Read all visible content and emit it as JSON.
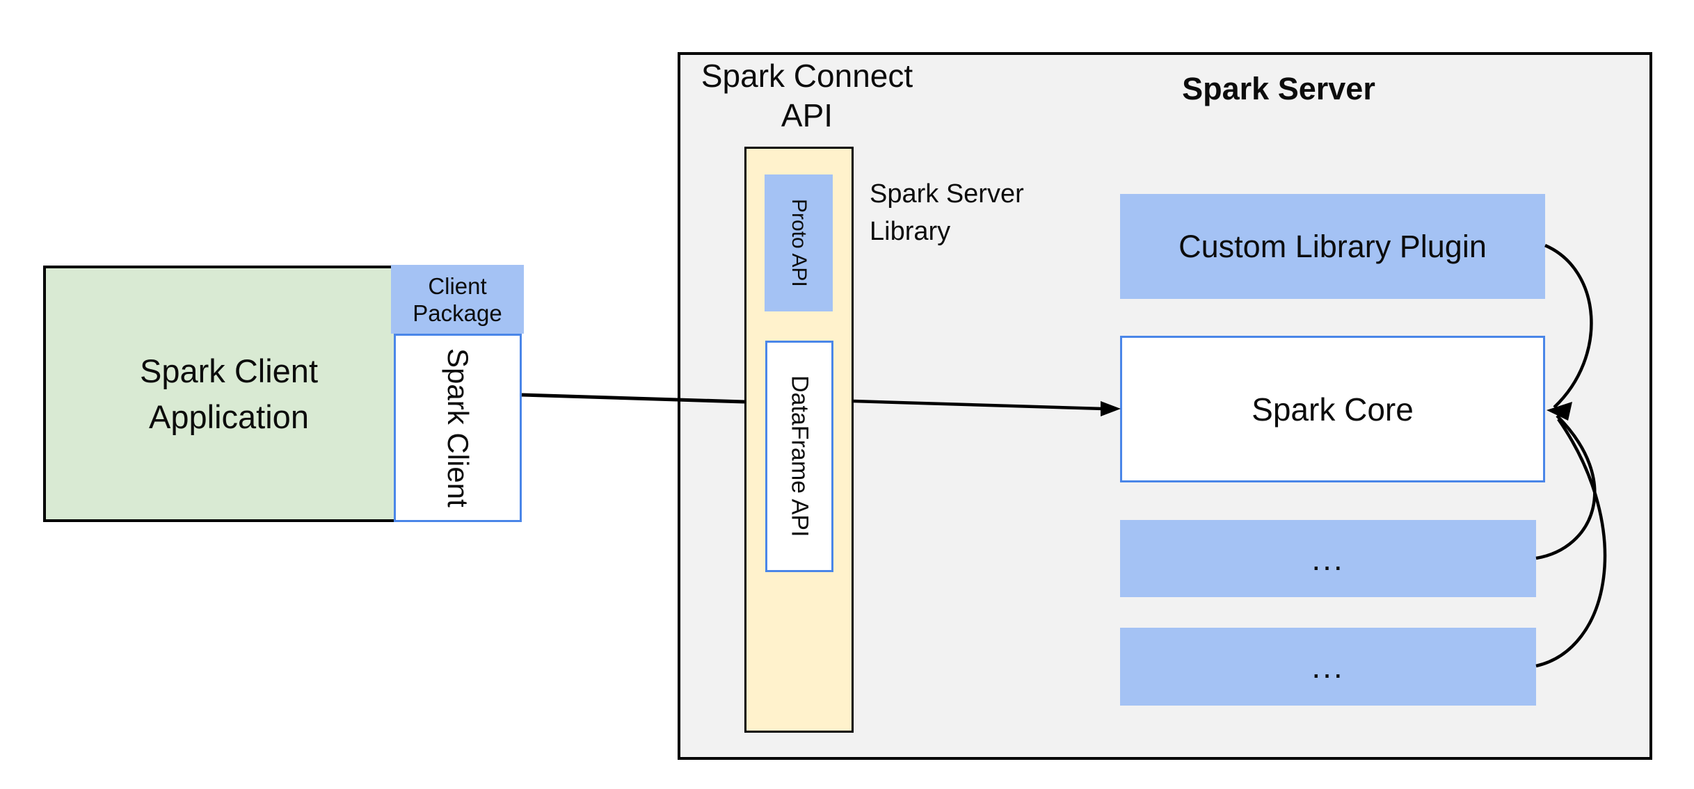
{
  "diagram": {
    "client": {
      "app_line1": "Spark Client",
      "app_line2": "Application",
      "package_line1": "Client",
      "package_line2": "Package",
      "spark_client": "Spark Client"
    },
    "connect": {
      "title_line1": "Spark Connect",
      "title_line2": "API",
      "proto_api": "Proto API",
      "dataframe_api": "DataFrame API",
      "library_line1": "Spark Server",
      "library_line2": "Library"
    },
    "server": {
      "title": "Spark Server",
      "plugin": "Custom Library Plugin",
      "core": "Spark Core",
      "dots_1": "...",
      "dots_2": "..."
    },
    "colors": {
      "client_app_fill": "#d9ead3",
      "blue_fill": "#a4c2f4",
      "yellow_fill": "#fff2cc",
      "container_fill": "#f2f2f2",
      "blue_border": "#4a86e8",
      "line_color": "#000000"
    }
  }
}
